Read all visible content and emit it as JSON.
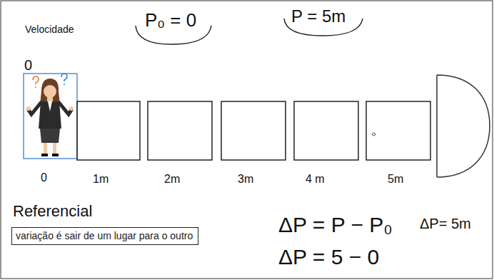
{
  "diagram": {
    "nodes": [
      {
        "text": [
          "variação é sair de um lugar para o outro"
        ]
      }
    ],
    "labels": [
      "Velocidade",
      "0",
      "P₀ = 0",
      "P = 5m",
      "0",
      "1m",
      "2m",
      "3m",
      "4 m",
      "5m",
      "Referencial",
      "ΔP = P − P₀",
      "ΔP = 5 − 0",
      "ΔP= 5m"
    ]
  }
}
